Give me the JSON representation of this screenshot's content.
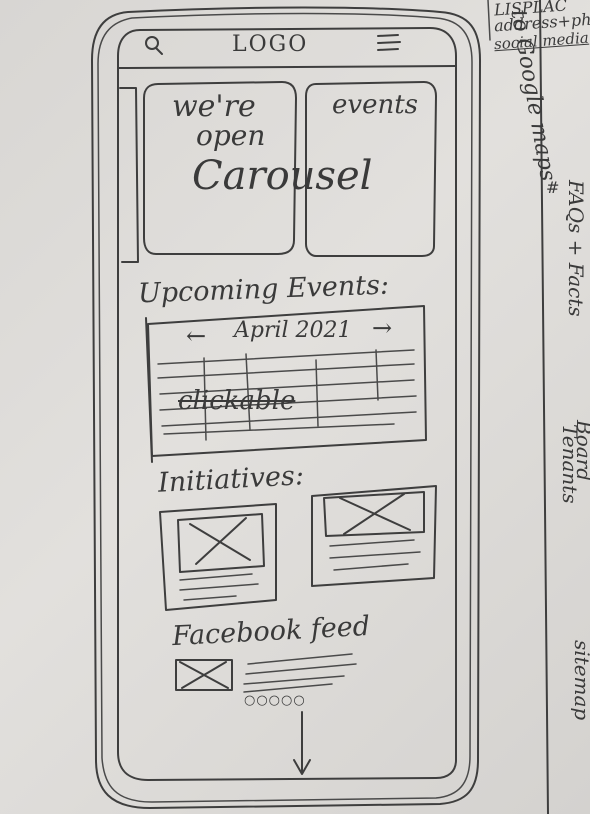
{
  "header": {
    "logo": "LOGO",
    "search_icon": "search-icon",
    "menu_icon": "hamburger-menu-icon"
  },
  "carousel": {
    "slide1_line1": "we're",
    "slide1_line2": "open",
    "label": "Carousel",
    "slide2": "events"
  },
  "events": {
    "heading": "Upcoming Events:",
    "month": "April 2021",
    "prev_arrow": "←",
    "next_arrow": "→",
    "calendar_note": "clickable"
  },
  "initiatives": {
    "heading": "Initiatives:"
  },
  "facebook": {
    "heading": "Facebook feed",
    "pager_dots": "○○○○○"
  },
  "margin_notes": {
    "top_left_1": "LISPLAC",
    "address": "address+phone",
    "social": "social media",
    "google": "to Google maps",
    "hash": "#",
    "faqs": "FAQs + Facts",
    "board": "Board",
    "tenants": "Tenants",
    "sitemap": "sitemap"
  }
}
